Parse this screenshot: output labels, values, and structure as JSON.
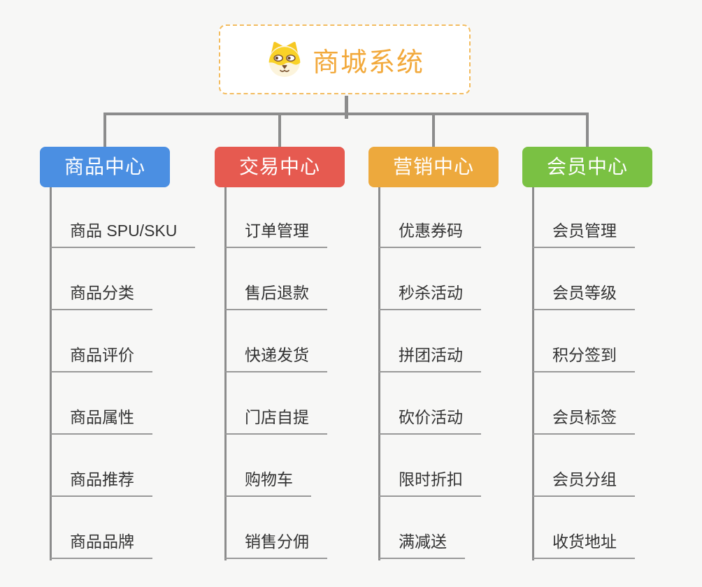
{
  "root": {
    "title": "商城系统",
    "icon": "dog-face-icon",
    "title_color": "#F2A93B",
    "border_color": "#F3BC5F"
  },
  "branches": [
    {
      "label": "商品中心",
      "color": "#4B8FE2",
      "children": [
        "商品 SPU/SKU",
        "商品分类",
        "商品评价",
        "商品属性",
        "商品推荐",
        "商品品牌"
      ]
    },
    {
      "label": "交易中心",
      "color": "#E65A50",
      "children": [
        "订单管理",
        "售后退款",
        "快递发货",
        "门店自提",
        "购物车",
        "销售分佣"
      ]
    },
    {
      "label": "营销中心",
      "color": "#EDA93D",
      "children": [
        "优惠券码",
        "秒杀活动",
        "拼团活动",
        "砍价活动",
        "限时折扣",
        "满减送"
      ]
    },
    {
      "label": "会员中心",
      "color": "#7AC143",
      "children": [
        "会员管理",
        "会员等级",
        "积分签到",
        "会员标签",
        "会员分组",
        "收货地址"
      ]
    }
  ],
  "colors": {
    "background": "#F7F7F6",
    "connector": "#8C8C8C",
    "underline": "#999999",
    "leaf_text": "#333333"
  }
}
